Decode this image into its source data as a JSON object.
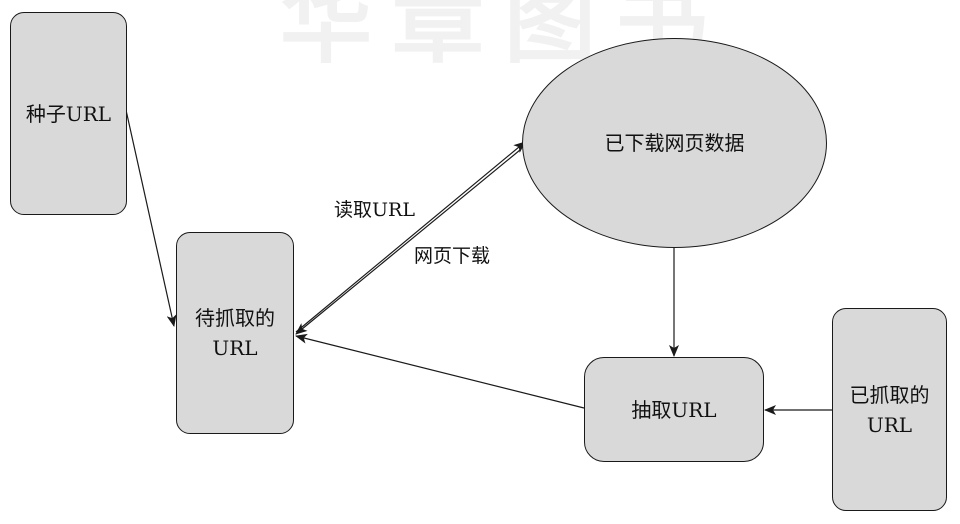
{
  "watermark": "华章图书",
  "nodes": {
    "seed": "种子URL",
    "pending_line1": "待抓取的",
    "pending_line2": "URL",
    "downloaded": "已下载网页数据",
    "extract": "抽取URL",
    "crawled_line1": "已抓取的",
    "crawled_line2": "URL"
  },
  "edges": {
    "read_url": "读取URL",
    "page_download": "网页下载"
  },
  "colors": {
    "node_fill": "#d9d9d9",
    "stroke": "#1a1a1a"
  }
}
